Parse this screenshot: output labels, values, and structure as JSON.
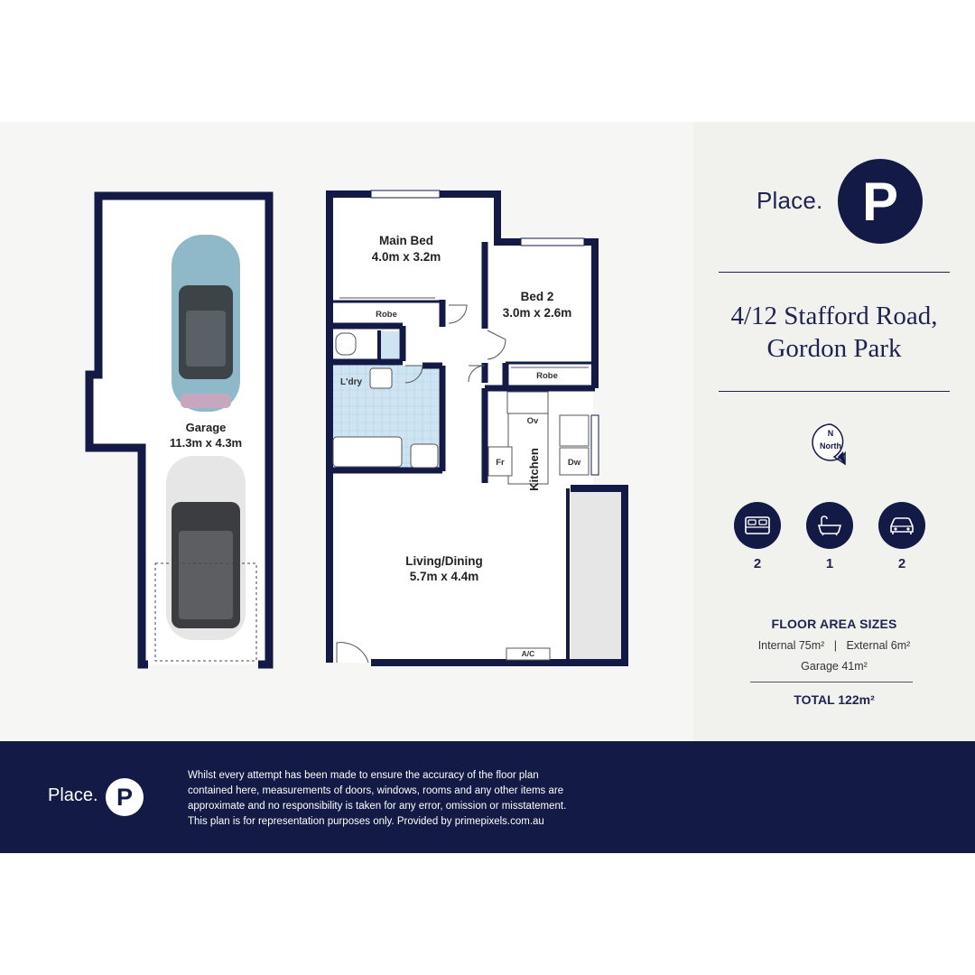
{
  "brand": {
    "name": "Place.",
    "logo_letter": "P",
    "color": "#131a45"
  },
  "property": {
    "address_line1": "4/12 Stafford Road,",
    "address_line2": "Gordon Park"
  },
  "compass": {
    "n": "N",
    "label": "North"
  },
  "features": [
    {
      "icon": "bed-icon",
      "count": "2"
    },
    {
      "icon": "bath-icon",
      "count": "1"
    },
    {
      "icon": "car-icon",
      "count": "2"
    }
  ],
  "floor_area": {
    "title": "FLOOR AREA SIZES",
    "internal": "Internal 75m²",
    "separator": "|",
    "external": "External 6m²",
    "garage": "Garage 41m²",
    "total": "TOTAL 122m²"
  },
  "rooms": {
    "main_bed": {
      "name": "Main Bed",
      "size": "4.0m x 3.2m"
    },
    "bed2": {
      "name": "Bed 2",
      "size": "3.0m x 2.6m"
    },
    "garage": {
      "name": "Garage",
      "size": "11.3m x 4.3m"
    },
    "living": {
      "name": "Living/Dining",
      "size": "5.7m x 4.4m"
    },
    "kitchen": "Kitchen",
    "robe1": "Robe",
    "robe2": "Robe",
    "laundry": "L'dry",
    "oven": "Ov",
    "fridge": "Fr",
    "dishwasher": "Dw",
    "ac": "A/C"
  },
  "disclaimer": [
    "Whilst every attempt has been made to ensure the accuracy of the floor plan",
    "contained here, measurements of doors, windows, rooms and any other items are",
    "approximate and no responsibility is taken for any error, omission or misstatement.",
    "This plan is for representation purposes only. Provided by primepixels.com.au"
  ]
}
